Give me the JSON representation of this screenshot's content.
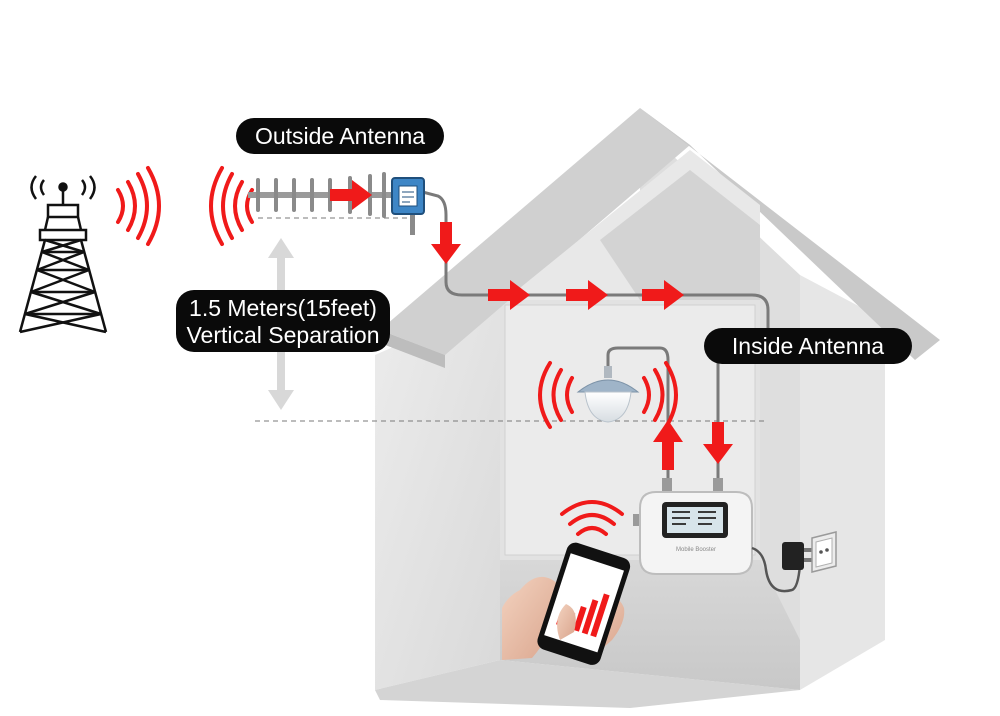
{
  "labels": {
    "outside_antenna": "Outside Antenna",
    "inside_antenna": "Inside Antenna",
    "separation_line1": "1.5 Meters(15feet)",
    "separation_line2": "Vertical Separation",
    "repeater_brand": "Mobile Booster"
  },
  "colors": {
    "signal_red": "#f01a1a",
    "house_wall": "#e8e8e8",
    "house_roof": "#d6d6d6",
    "label_bg": "#0a0a0a",
    "cable": "#7a7a7a"
  },
  "icons": [
    "cell-tower-icon",
    "yagi-antenna-icon",
    "ceiling-antenna-icon",
    "repeater-device-icon",
    "smartphone-icon",
    "power-adapter-icon",
    "wall-socket-icon"
  ]
}
